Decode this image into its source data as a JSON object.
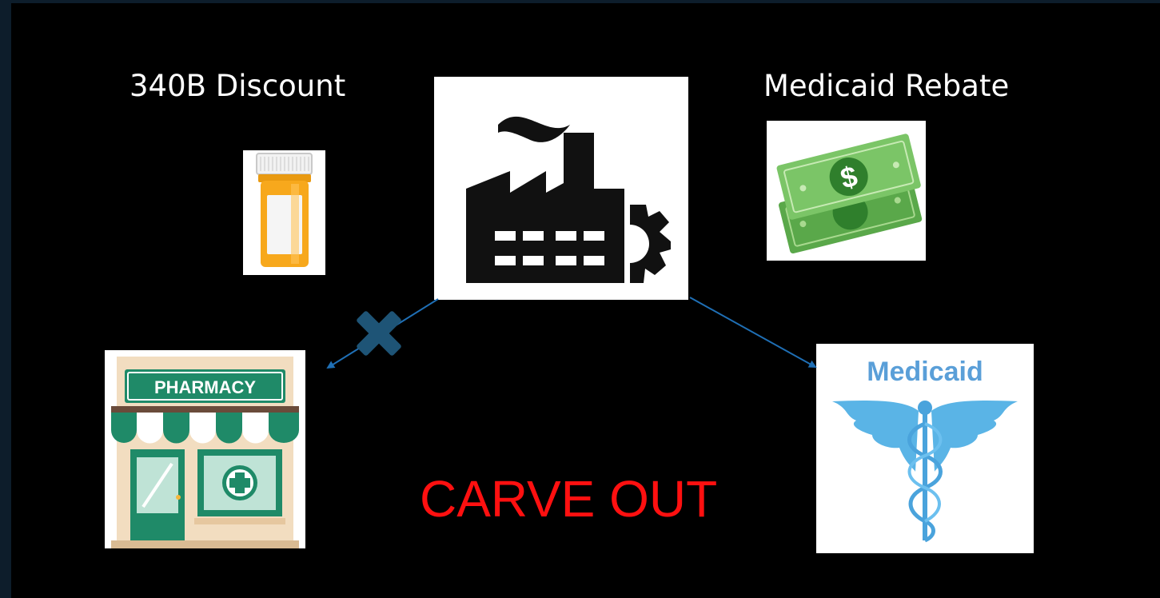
{
  "labels": {
    "discount": "340B Discount",
    "rebate": "Medicaid Rebate",
    "carve_out": "CARVE OUT"
  },
  "icons": {
    "pharmacy_sign": "PHARMACY",
    "medicaid_logo": "Medicaid",
    "money_symbol": "$"
  },
  "colors": {
    "background": "#000000",
    "carve_out_text": "#ff1010",
    "arrow": "#1f6fb5",
    "blocked_x": "#1e5476"
  }
}
